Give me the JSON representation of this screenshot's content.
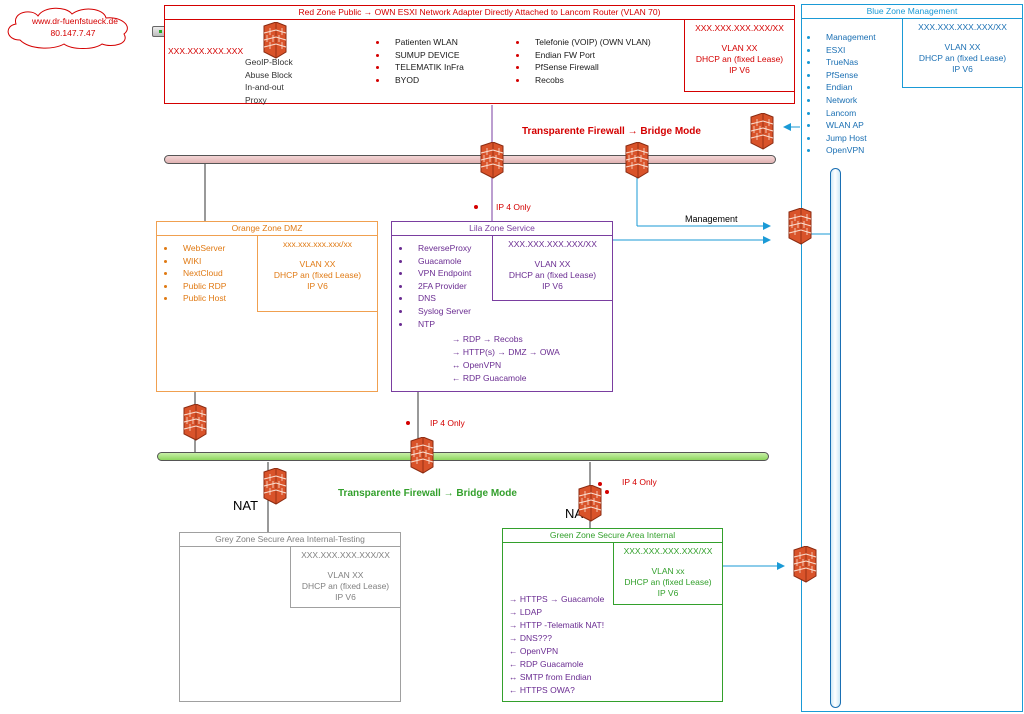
{
  "internet": {
    "host": "www.dr-fuenfstueck.de",
    "ip": "80.147.7.47"
  },
  "red_zone": {
    "title": "Red Zone Public → OWN ESXI Network Adapter Directly Attached to Lancom Router (VLAN 70)",
    "ip": "XXX.XXX.XXX.XXX",
    "fw_labels": [
      "GeoIP-Block",
      "Abuse Block",
      "In-and-out",
      "Proxy"
    ],
    "list1": [
      "Patienten WLAN",
      "SUMUP DEVICE",
      "TELEMATIK InFra",
      "BYOD"
    ],
    "list2": [
      "Telefonie (VOIP) (OWN VLAN)",
      "Endian FW Port",
      "PfSense Firewall",
      "Recobs"
    ],
    "vlan": {
      "addr": "XXX.XXX.XXX.XXX/XX",
      "vlan": "VLAN XX",
      "dhcp": "DHCP an (fixed Lease)",
      "ipv6": "IP V6"
    }
  },
  "blue_zone": {
    "title": "Blue Zone Management",
    "items": [
      "Management",
      "ESXI",
      "TrueNas",
      "PfSense",
      "Endian",
      "Network",
      "Lancom",
      "WLAN AP",
      "Jump Host",
      "OpenVPN"
    ],
    "vlan": {
      "addr": "XXX.XXX.XXX.XXX/XX",
      "vlan": "VLAN XX",
      "dhcp": "DHCP an (fixed Lease)",
      "ipv6": "IP V6"
    }
  },
  "orange_zone": {
    "title": "Orange Zone DMZ",
    "items": [
      "WebServer",
      "WIKI",
      "NextCloud",
      "Public RDP",
      "Public Host"
    ],
    "vlan": {
      "addr": "xxx.xxx.xxx.xxx/xx",
      "vlan": "VLAN XX",
      "dhcp": "DHCP an (fixed Lease)",
      "ipv6": "IP V6"
    }
  },
  "lila_zone": {
    "title": "Lila  Zone Service",
    "items": [
      "ReverseProxy",
      "Guacamole",
      "VPN Endpoint",
      "2FA Provider",
      "DNS",
      "Syslog Server",
      "NTP"
    ],
    "flows": [
      "→ RDP → Recobs",
      "→ HTTP(s) → DMZ → OWA",
      "↔ OpenVPN",
      "← RDP Guacamole"
    ],
    "vlan": {
      "addr": "XXX.XXX.XXX.XXX/XX",
      "vlan": "VLAN XX",
      "dhcp": "DHCP an (fixed Lease)",
      "ipv6": "IP V6"
    }
  },
  "grey_zone": {
    "title": "Grey Zone Secure Area Internal-Testing",
    "vlan": {
      "addr": "XXX.XXX.XXX.XXX/XX",
      "vlan": "VLAN XX",
      "dhcp": "DHCP an (fixed Lease)",
      "ipv6": "IP V6"
    }
  },
  "green_zone": {
    "title": "Green Zone Secure Area Internal",
    "flows": [
      "→ HTTPS → Guacamole",
      "→ LDAP",
      "→ HTTP -Telematik NAT!",
      "→ DNS???",
      "← OpenVPN",
      "← RDP Guacamole",
      "↔       SMTP from Endian",
      "←    HTTPS OWA?"
    ],
    "vlan": {
      "addr": "XXX.XXX.XXX.XXX/XX",
      "vlan": "VLAN xx",
      "dhcp": "DHCP an (fixed Lease)",
      "ipv6": "IP V6"
    }
  },
  "labels": {
    "transparent_fw_top": "Transparente Firewall → Bridge Mode",
    "transparent_fw_bottom": "Transparente Firewall → Bridge Mode",
    "management": "Management",
    "ip4_only_1": "IP 4 Only",
    "ip4_only_2": "IP 4 Only",
    "ip4_only_3": "IP 4 Only",
    "nat_left": "NAT",
    "nat_right": "NAT"
  },
  "colors": {
    "red": "#d40000",
    "blue": "#1a9ad6",
    "orange": "#f0a050",
    "purple": "#7a3ea0",
    "grey": "#a0a0a0",
    "green": "#33a02c"
  }
}
